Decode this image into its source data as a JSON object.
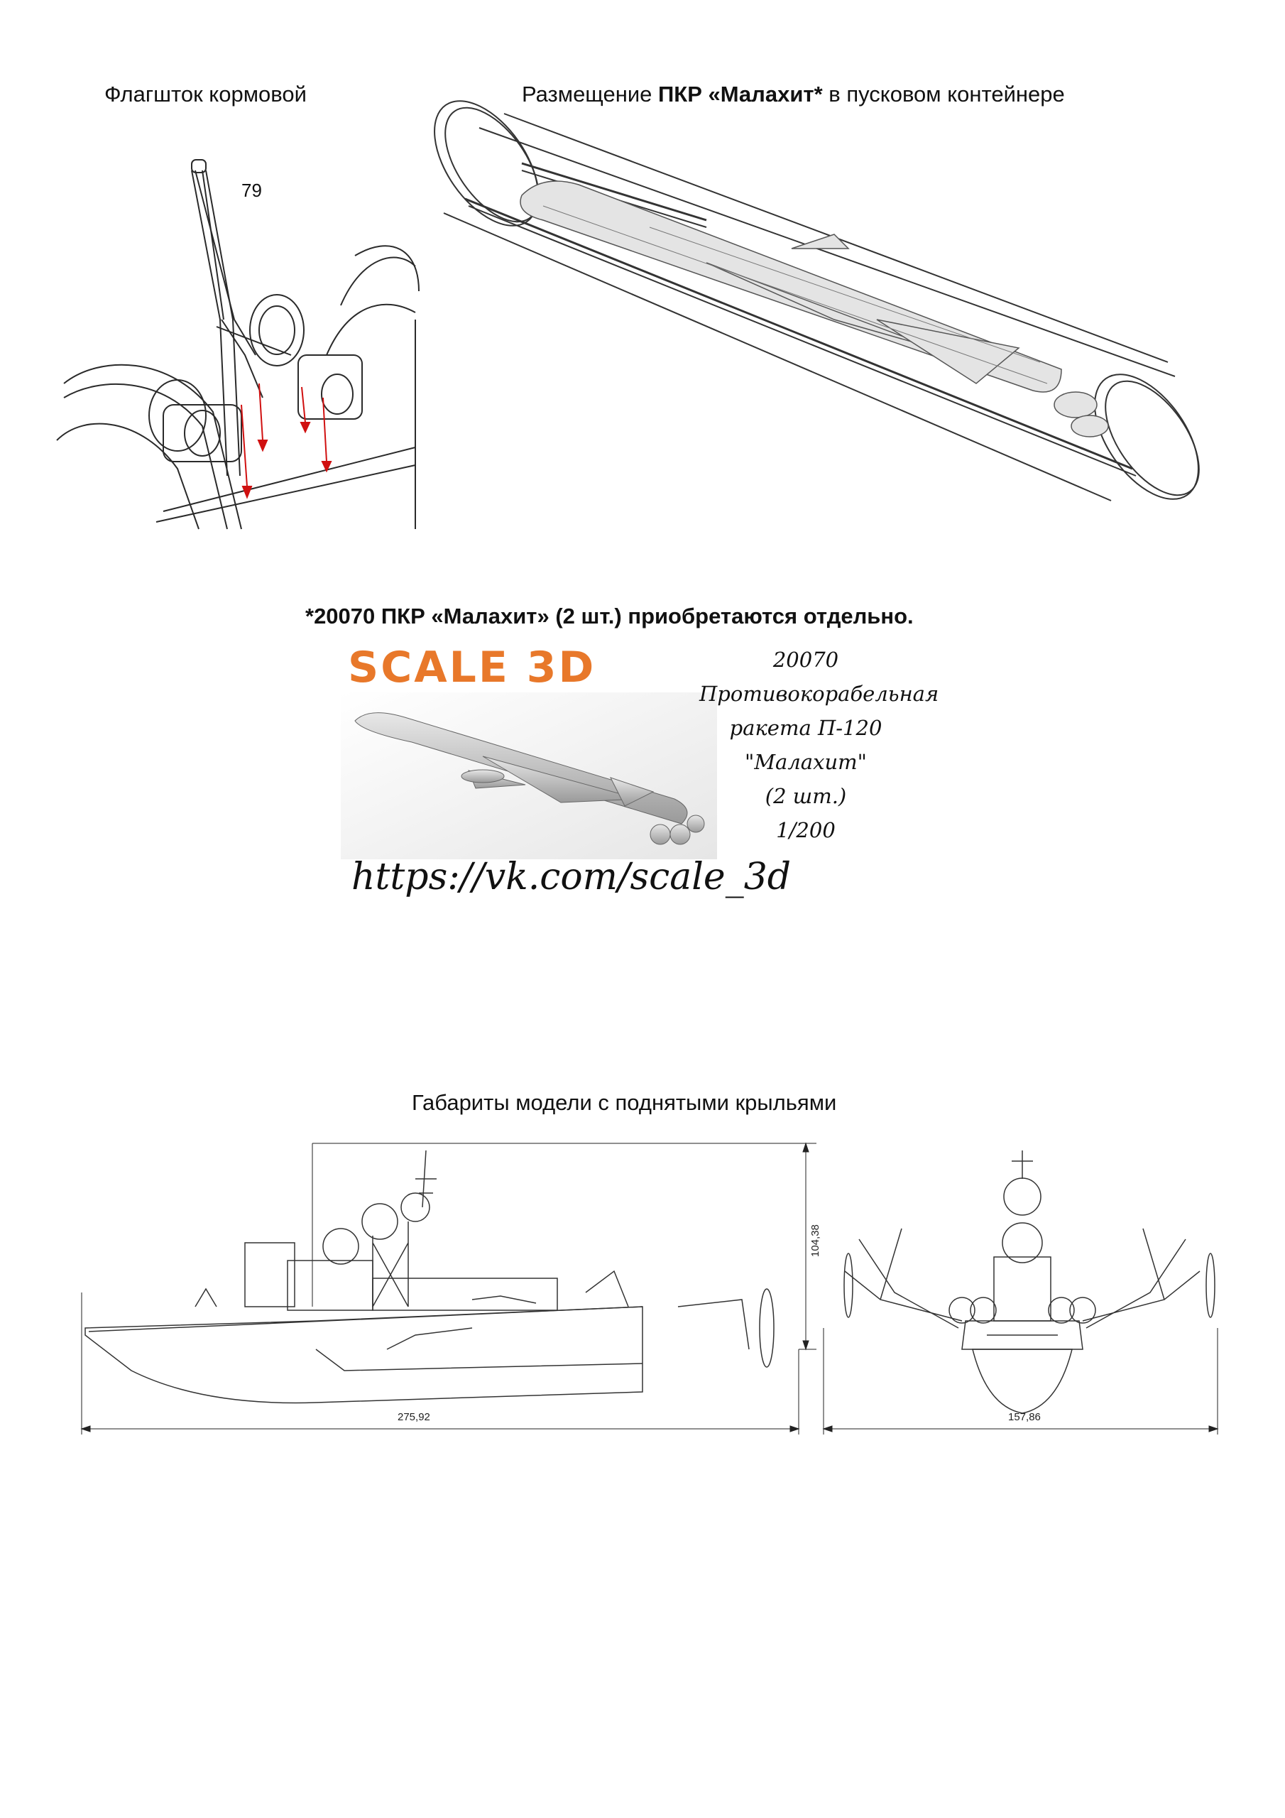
{
  "flagstaff": {
    "caption": "Флагшток кормовой",
    "part_number": "79"
  },
  "missile_container": {
    "caption_prefix": "Размещение ",
    "caption_bold": "ПКР «Малахит*",
    "caption_suffix": " в пусковом контейнере"
  },
  "note": "*20070 ПКР «Малахит» (2 шт.) приобретаются отдельно.",
  "ad": {
    "brand": "SCALE 3D",
    "lines": [
      "20070",
      "Противокорабельная",
      "ракета П-120",
      "\"Малахит\"",
      "(2 шт.)",
      "1/200"
    ],
    "url": "https://vk.com/scale_3d"
  },
  "dimensions": {
    "title": "Габариты модели с поднятыми крыльями",
    "length": "275,92",
    "height": "104,38",
    "width": "157,86"
  },
  "colors": {
    "arrow": "#d01010",
    "brand": "#e8782a",
    "line": "#2a2a2a"
  }
}
